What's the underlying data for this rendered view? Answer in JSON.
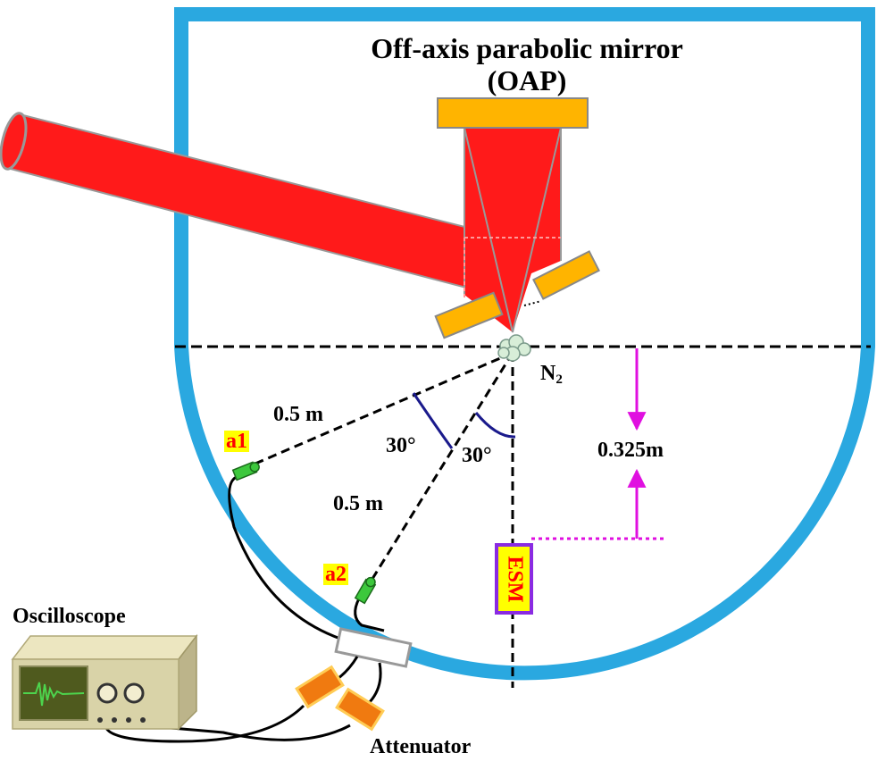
{
  "labels": {
    "title_line1": "Off-axis parabolic mirror",
    "title_line2": "(OAP)",
    "n2_main": "N",
    "n2_sub": "2",
    "dist_a1": "0.5 m",
    "dist_a2": "0.5 m",
    "angle_a1": "30°",
    "angle_a2": "30°",
    "height": "0.325m",
    "probe_a1": "a1",
    "probe_a2": "a2",
    "esm": "ESM",
    "oscilloscope": "Oscilloscope",
    "attenuator": "Attenuator"
  },
  "colors": {
    "chamber_wall": "#2aa8e0",
    "laser": "#ff1a1a",
    "mirror": "#ffb400",
    "measurement_arrow": "#e010e0",
    "angle_arc": "#1a1a8c",
    "probe": "#3cc83c",
    "attenuator": "#f07a10",
    "oscilloscope_body": "#d9d3a8",
    "oscilloscope_screen": "#4f5a1e",
    "waveform": "#4dd44d",
    "esm_border": "#8a2be2",
    "esm_fill": "#ffff00",
    "label_highlight": "#ffff00",
    "label_red": "#ff0000"
  }
}
